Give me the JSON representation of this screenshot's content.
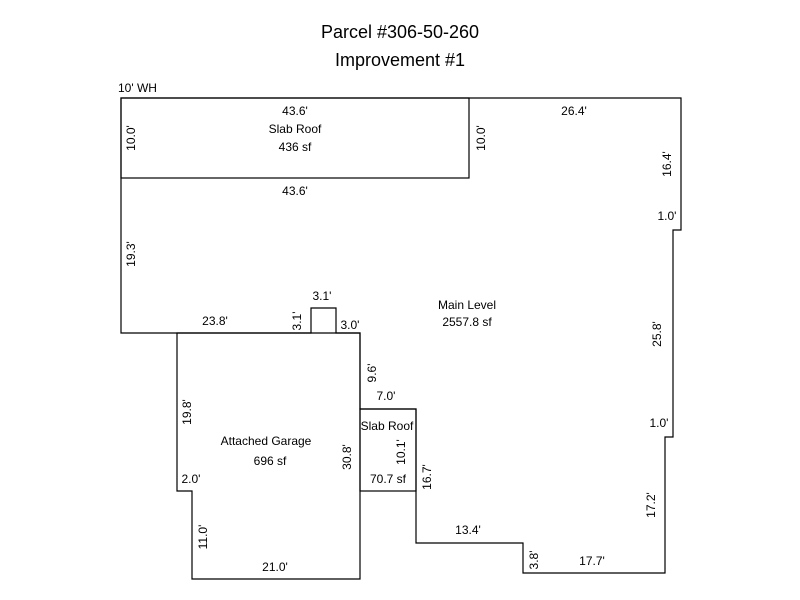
{
  "title": {
    "line1": "Parcel #306-50-260",
    "line2": "Improvement #1"
  },
  "note": "10' WH",
  "areas": {
    "upper_slab": {
      "name": "Slab Roof",
      "area": "436 sf"
    },
    "main": {
      "name": "Main Level",
      "area": "2557.8 sf"
    },
    "garage": {
      "name": "Attached Garage",
      "area": "696 sf"
    },
    "small_slab": {
      "name": "Slab Roof",
      "area": "70.7 sf"
    }
  },
  "dims": {
    "upper_top": "43.6'",
    "upper_left": "10.0'",
    "upper_right": "10.0'",
    "upper_bottom": "43.6'",
    "top_right": "26.4'",
    "right1": "16.4'",
    "step1": "1.0'",
    "right2": "25.8'",
    "step2": "1.0'",
    "right3": "17.2'",
    "bottom_right": "17.7'",
    "bottom_step": "3.8'",
    "bottom_mid": "13.4'",
    "slab_right": "16.7'",
    "slab_small_v": "10.1'",
    "slab_small_top": "7.0'",
    "garage_upper_right": "9.6'",
    "garage_right": "30.8'",
    "bump_right": "3.0'",
    "bump_top": "3.1'",
    "bump_left": "3.1'",
    "main_bottom_left": "23.8'",
    "main_left": "19.3'",
    "garage_left": "19.8'",
    "garage_step": "2.0'",
    "garage_lower_left": "11.0'",
    "garage_bottom": "21.0'"
  }
}
